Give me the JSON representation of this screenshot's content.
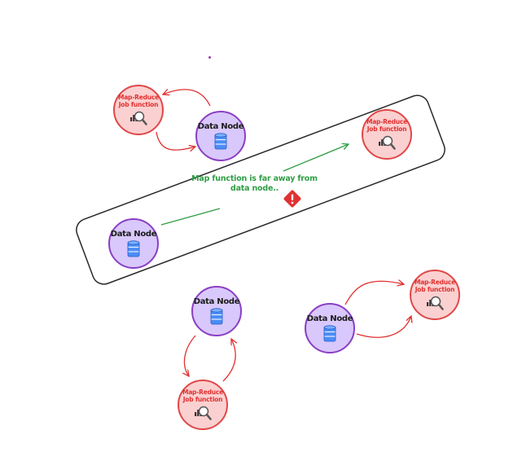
{
  "diagram": {
    "data_node_label": "Data Node",
    "job_label_line1": "Map-Reduce",
    "job_label_line2": "Job function",
    "warning_line1": "Map function is far away from",
    "warning_line2": "data node..",
    "icons": {
      "data_node": "database-icon",
      "job_node": "chart-magnifier-icon",
      "warning": "warning-diamond-icon"
    },
    "colors": {
      "data_node_fill": "#d9c8fb",
      "data_node_border": "#8a3fc4",
      "job_node_fill": "#fbd0d0",
      "job_node_border": "#e04848",
      "arrow_red": "#e03131",
      "arrow_green": "#2f9e44",
      "warning_red": "#e03131",
      "database_blue": "#4c8df6"
    }
  }
}
